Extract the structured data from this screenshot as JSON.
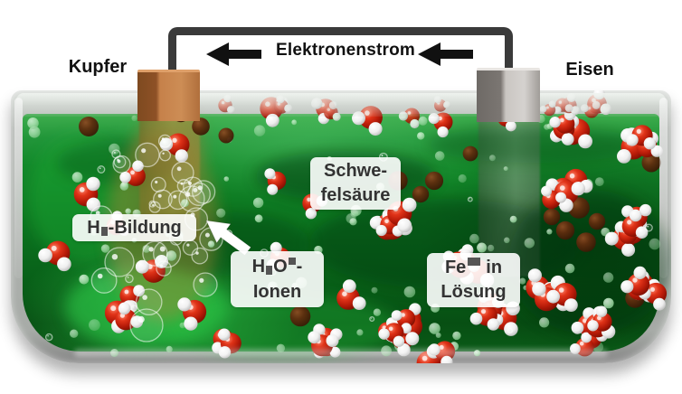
{
  "diagram": {
    "top": {
      "electron_flow_label": "Elektronenstrom",
      "copper_label": "Kupfer",
      "iron_label": "Eisen"
    },
    "annotations": {
      "sulfuric_acid": {
        "line1": "Schwe-",
        "line2": "felsäure"
      },
      "h2_formation": {
        "element": "H",
        "suffix": "-Bildung"
      },
      "hydronium_ions": {
        "element1": "H",
        "element2": "O",
        "hyphen": "-",
        "line2": "Ionen"
      },
      "iron_ions": {
        "element": "Fe",
        "suffix": "in",
        "line2": "Lösung"
      }
    },
    "colors": {
      "liquid_green": "#0f8c22",
      "copper": "#c6814a",
      "iron": "#c7c3bf",
      "wire_dark": "#3a3a3a",
      "oxygen_red": "#c81e0e",
      "hydrogen_white": "#ffffff",
      "iron_ion_brown": "#5f2c0e",
      "label_background": "#ffffff",
      "label_text": "#333333"
    },
    "scene": {
      "vessel": "glass-trough",
      "left_electrode": "copper-electrode",
      "right_electrode": "iron-electrode",
      "bubble_region": "hydrogen-bubbles-at-copper-electrode"
    }
  }
}
